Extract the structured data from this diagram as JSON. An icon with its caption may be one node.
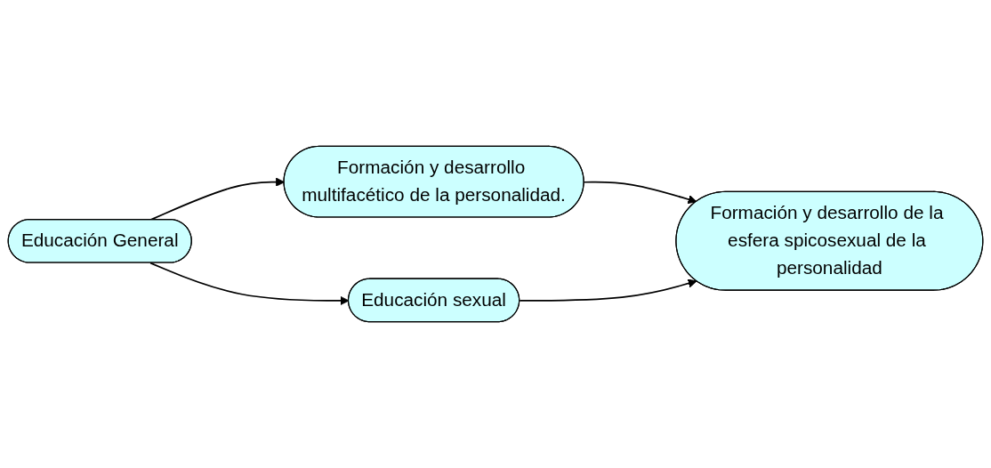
{
  "diagram": {
    "nodes": [
      {
        "text": [
          "Educación General"
        ]
      },
      {
        "text": [
          "Formación y desarrollo multifacético de la personalidad."
        ]
      },
      {
        "text": [
          "Educación sexual"
        ]
      },
      {
        "text": [
          "Formación y desarrollo de la esfera spicosexual de la personalidad"
        ]
      }
    ],
    "edges": [
      {
        "from": 0,
        "to": 1,
        "arrow": "to"
      },
      {
        "from": 0,
        "to": 2,
        "arrow": "to"
      },
      {
        "from": 1,
        "to": 3,
        "arrow": "to"
      },
      {
        "from": 2,
        "to": 3,
        "arrow": "to"
      }
    ]
  }
}
